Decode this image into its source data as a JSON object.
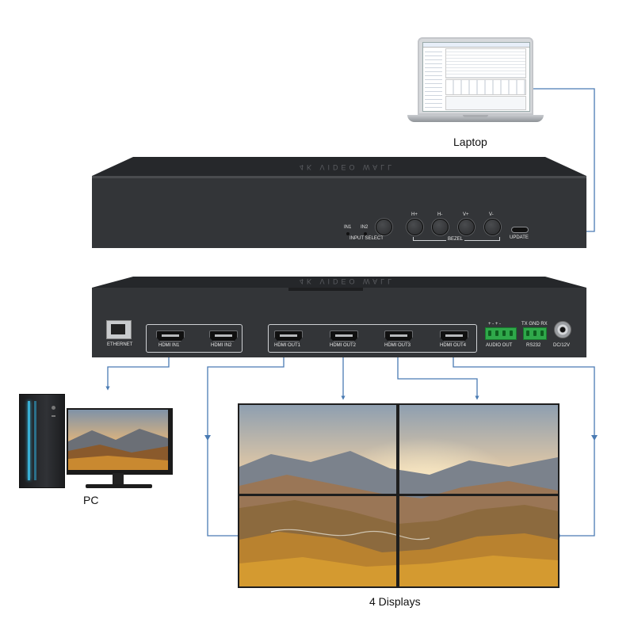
{
  "labels": {
    "laptop": "Laptop",
    "pc": "PC",
    "displays": "4 Displays"
  },
  "front_panel": {
    "brand": "4K VIDEO WALL",
    "in1": "IN1",
    "in2": "IN2",
    "input_select": "INPUT SELECT",
    "h_plus": "H+",
    "h_minus": "H-",
    "v_plus": "V+",
    "v_minus": "V-",
    "bezel": "BEZEL",
    "update": "UPDATE"
  },
  "rear_panel": {
    "brand": "4K VIDEO WALL",
    "ethernet": "ETHERNET",
    "hdmi_in1": "HDMI IN1",
    "hdmi_in2": "HDMI IN2",
    "hdmi_out1": "HDMI OUT1",
    "hdmi_out2": "HDMI OUT2",
    "hdmi_out3": "HDMI OUT3",
    "hdmi_out4": "HDMI OUT4",
    "audio_pins": "+ - + -",
    "audio_out": "AUDIO OUT",
    "rs232_pins": "TX GND RX",
    "rs232": "RS232",
    "dc": "DC/12V"
  },
  "colors": {
    "connector_line": "#4a7bb3",
    "device_body": "#2f3134",
    "terminal_green": "#2fa84a"
  }
}
